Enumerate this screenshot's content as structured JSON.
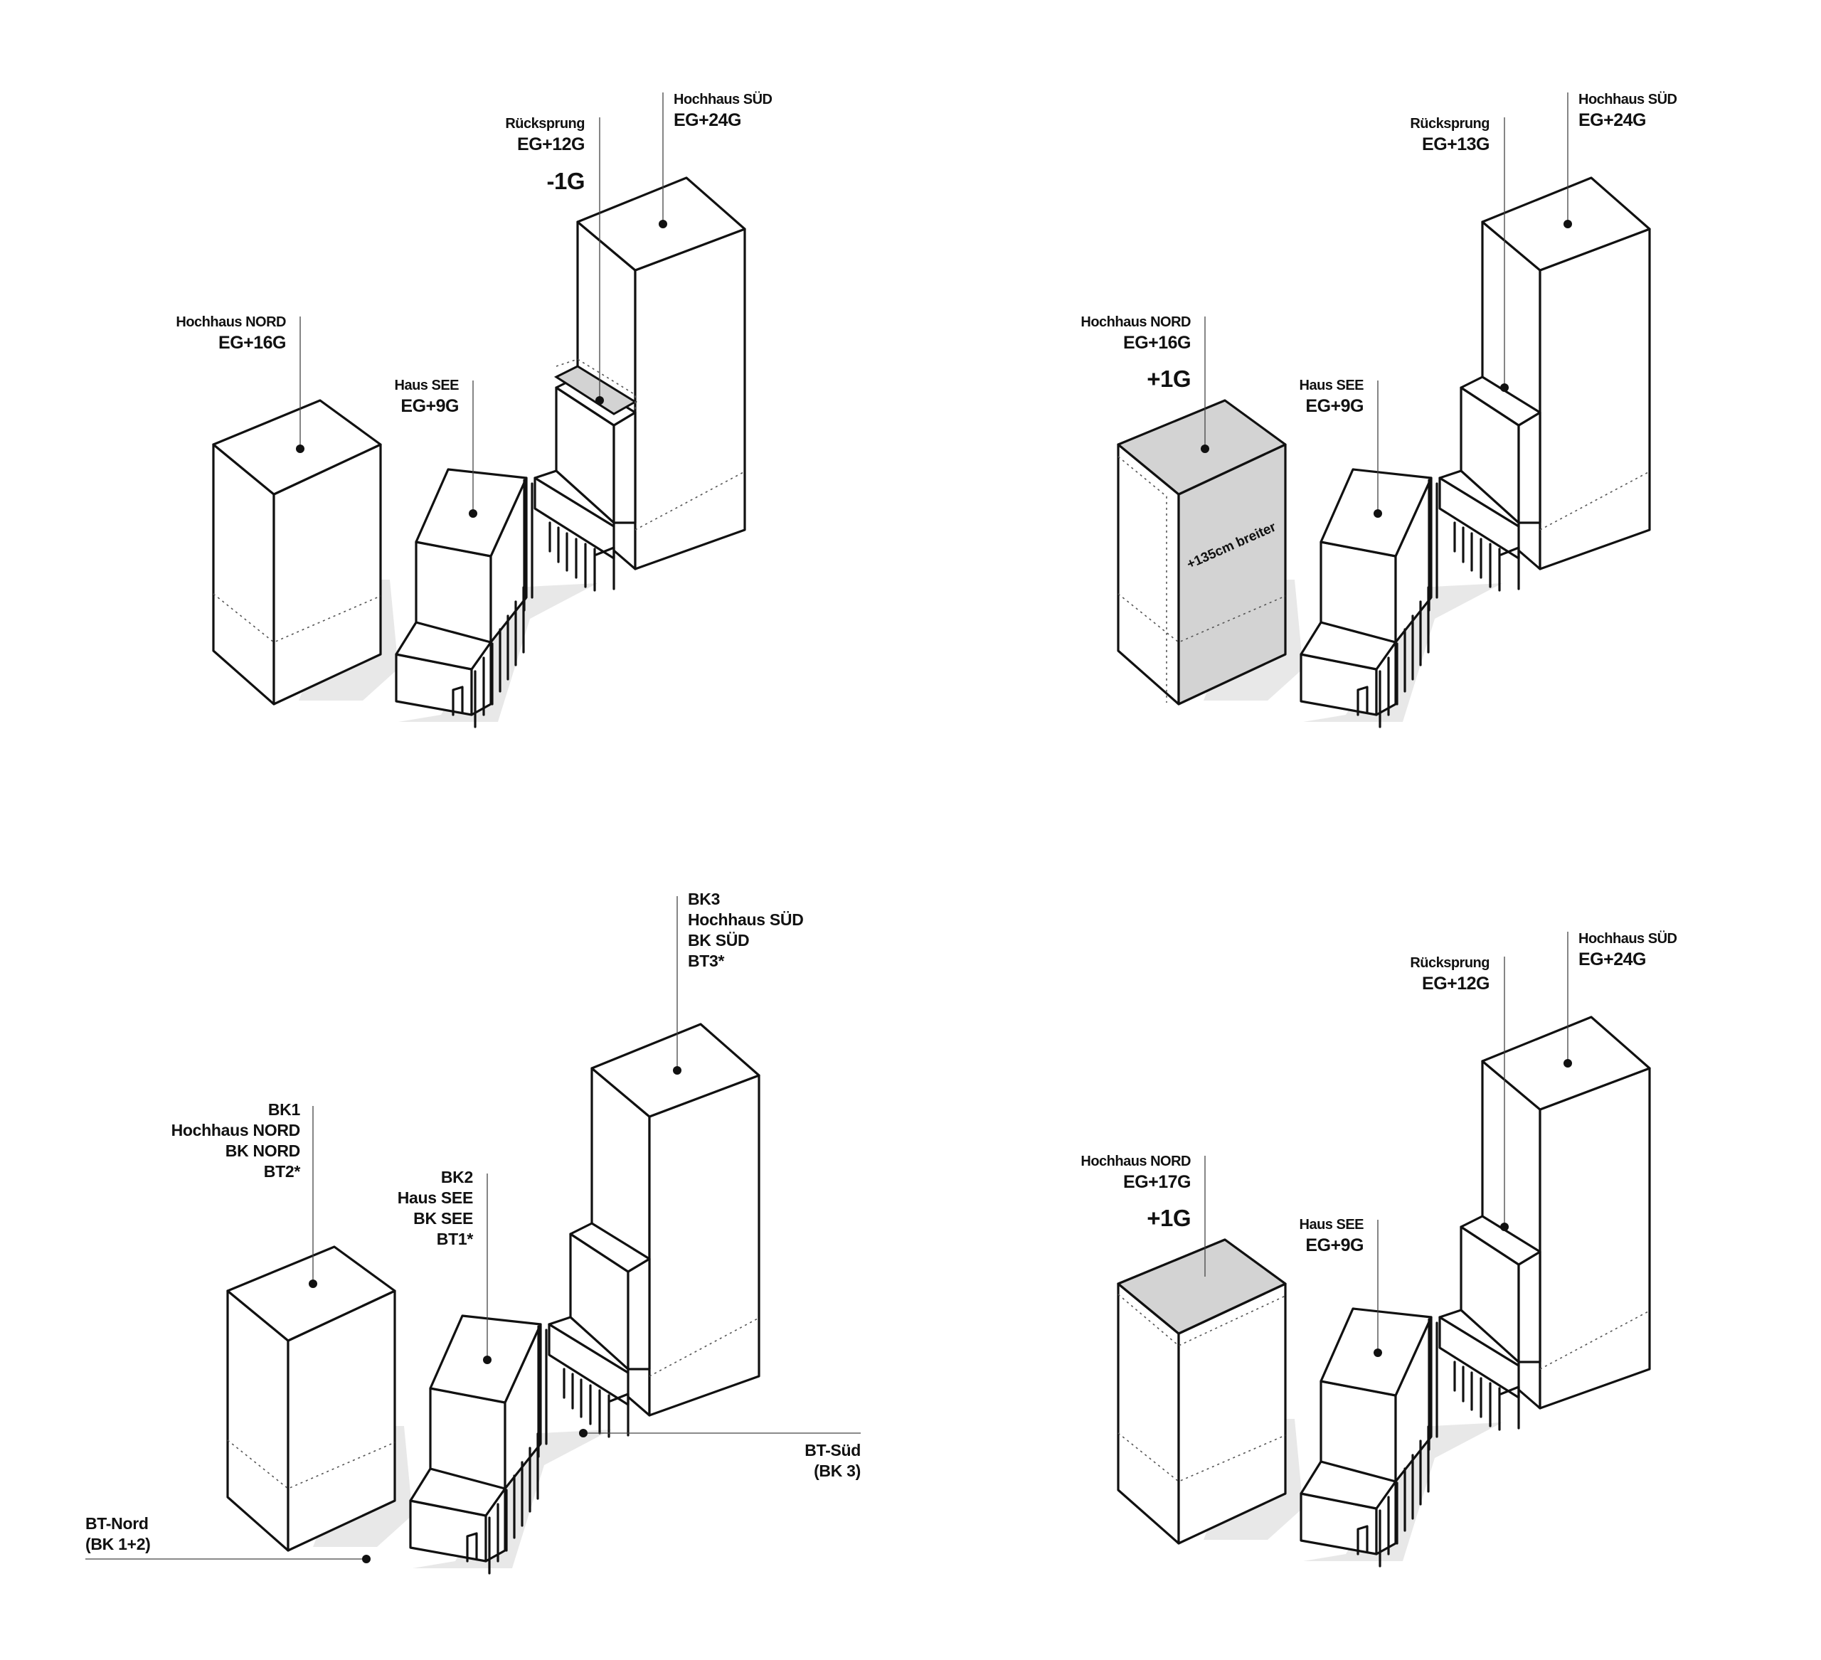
{
  "colors": {
    "line": "#111111",
    "highlight": "#d3d3d3",
    "shadow": "#e8e8e8",
    "background": "#ffffff"
  },
  "panel_tl": {
    "hochhaus_nord": {
      "name": "Hochhaus NORD",
      "floors": "EG+16G"
    },
    "haus_see": {
      "name": "Haus SEE",
      "floors": "EG+9G"
    },
    "ruecksprung": {
      "name": "Rücksprung",
      "floors": "EG+12G",
      "change": "-1G"
    },
    "hochhaus_sued": {
      "name": "Hochhaus SÜD",
      "floors": "EG+24G"
    }
  },
  "panel_tr": {
    "hochhaus_nord": {
      "name": "Hochhaus NORD",
      "floors": "EG+16G",
      "change": "+1G",
      "face_note": "+135cm breiter"
    },
    "haus_see": {
      "name": "Haus SEE",
      "floors": "EG+9G"
    },
    "ruecksprung": {
      "name": "Rücksprung",
      "floors": "EG+13G"
    },
    "hochhaus_sued": {
      "name": "Hochhaus SÜD",
      "floors": "EG+24G"
    }
  },
  "panel_bl": {
    "bk1": [
      "BK1",
      "Hochhaus NORD",
      "BK NORD",
      "BT2*"
    ],
    "bk2": [
      "BK2",
      "Haus SEE",
      "BK SEE",
      "BT1*"
    ],
    "bk3": [
      "BK3",
      "Hochhaus SÜD",
      "BK SÜD",
      "BT3*"
    ],
    "bt_nord": [
      "BT-Nord",
      "(BK 1+2)"
    ],
    "bt_sued": [
      "BT-Süd",
      "(BK 3)"
    ]
  },
  "panel_br": {
    "hochhaus_nord": {
      "name": "Hochhaus NORD",
      "floors": "EG+17G",
      "change": "+1G"
    },
    "haus_see": {
      "name": "Haus SEE",
      "floors": "EG+9G"
    },
    "ruecksprung": {
      "name": "Rücksprung",
      "floors": "EG+12G"
    },
    "hochhaus_sued": {
      "name": "Hochhaus SÜD",
      "floors": "EG+24G"
    }
  }
}
